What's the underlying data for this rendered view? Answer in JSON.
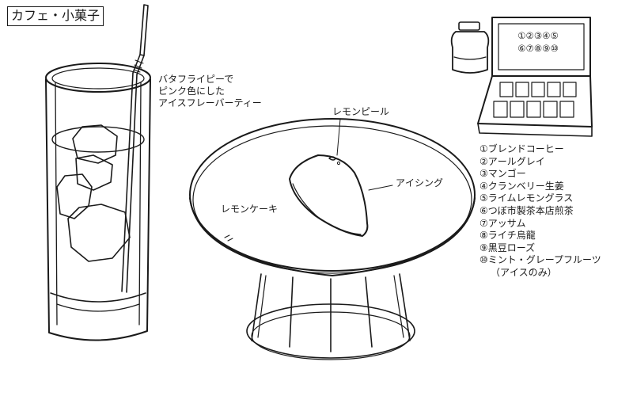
{
  "header": {
    "title": "カフェ・小菓子"
  },
  "drink": {
    "note_lines": [
      "バタフライピーで",
      "ピンク色にした",
      "アイスフレーバーティー"
    ]
  },
  "cake": {
    "name": "レモンケーキ",
    "peel": "レモンピール",
    "icing": "アイシング"
  },
  "tea_box": {
    "number_rows": [
      "①②③④⑤",
      "⑥⑦⑧⑨⑩"
    ]
  },
  "tea_list": [
    {
      "text": "①ブレンドコーヒー"
    },
    {
      "text": "②アールグレイ"
    },
    {
      "text": "③マンゴー"
    },
    {
      "text": "④クランベリー生姜"
    },
    {
      "text": "⑤ライムレモングラス"
    },
    {
      "text": "⑥つぼ市製茶本店煎茶"
    },
    {
      "text": "⑦アッサム"
    },
    {
      "text": "⑧ライチ烏龍"
    },
    {
      "text": "⑨黒豆ローズ"
    },
    {
      "text": "⑩ミント・グレープフルーツ",
      "sub": "（アイスのみ）"
    }
  ]
}
